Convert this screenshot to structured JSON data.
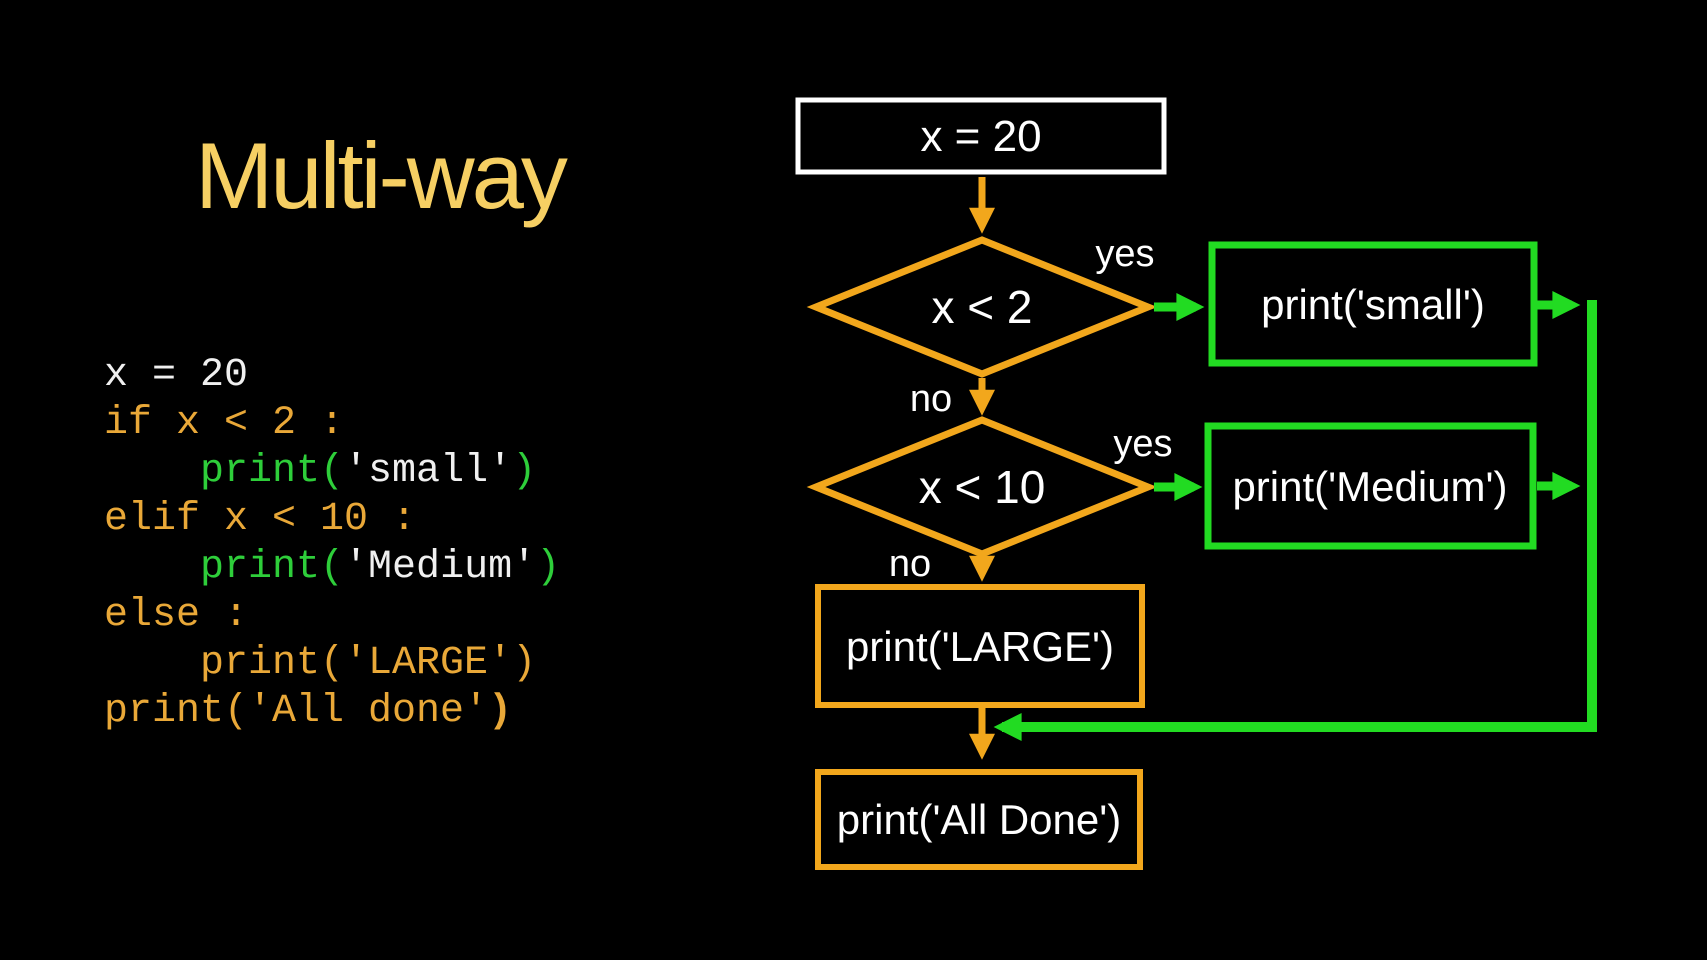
{
  "palette": {
    "background": "#000000",
    "title": "#F6CF63",
    "orange": "#F2A71C",
    "green": "#22DB22",
    "white": "#FFFFFF",
    "code_orange": "#E9A838",
    "code_green": "#2ECE3A",
    "code_white": "#F0F0F0"
  },
  "header": {
    "title": "Multi-way"
  },
  "code": {
    "lines": [
      {
        "segments": [
          {
            "text": "x = 20",
            "color": "white"
          }
        ]
      },
      {
        "segments": [
          {
            "text": "if x < 2 :",
            "color": "orange"
          }
        ]
      },
      {
        "segments": [
          {
            "text": "    ",
            "color": "white"
          },
          {
            "text": "print(",
            "color": "green"
          },
          {
            "text": "'small'",
            "color": "white"
          },
          {
            "text": ")",
            "color": "green"
          }
        ]
      },
      {
        "segments": [
          {
            "text": "elif x < 10 :",
            "color": "orange"
          }
        ]
      },
      {
        "segments": [
          {
            "text": "    ",
            "color": "white"
          },
          {
            "text": "print(",
            "color": "green"
          },
          {
            "text": "'Medium'",
            "color": "white"
          },
          {
            "text": ")",
            "color": "green"
          }
        ]
      },
      {
        "segments": [
          {
            "text": "else :",
            "color": "orange"
          }
        ]
      },
      {
        "segments": [
          {
            "text": "    print('LARGE')",
            "color": "orange"
          }
        ]
      },
      {
        "segments": [
          {
            "text": "print('All done'",
            "color": "orange"
          },
          {
            "text": ")",
            "color": "orange-bold"
          }
        ]
      }
    ]
  },
  "flowchart": {
    "start": "x = 20",
    "decision1": "x < 2",
    "decision2": "x < 10",
    "print_small": "print('small')",
    "print_medium": "print('Medium')",
    "print_large": "print('LARGE')",
    "print_all_done": "print('All Done')",
    "labels": {
      "yes1": "yes",
      "no1": "no",
      "yes2": "yes",
      "no2": "no"
    }
  }
}
